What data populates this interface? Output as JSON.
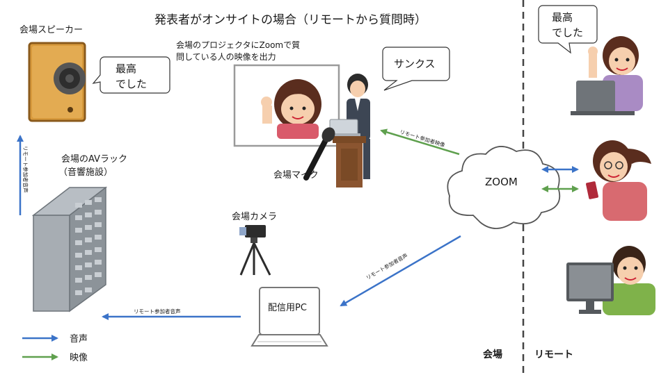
{
  "title": "発表者がオンサイトの場合（リモートから質問時）",
  "speaker": {
    "label": "会場スピーカー",
    "bubble": [
      "最高",
      "でした"
    ]
  },
  "av_rack": {
    "label": [
      "会場のAVラック",
      "（音響施設）"
    ]
  },
  "projector": {
    "note": [
      "会場のプロジェクタにZoomで質",
      "問している人の映像を出力"
    ]
  },
  "presenter": {
    "bubble": "サンクス"
  },
  "mic": {
    "label": "会場マイク"
  },
  "camera": {
    "label": "会場カメラ"
  },
  "pc": {
    "label": "配信用PC"
  },
  "zoom": {
    "label": "ZOOM"
  },
  "arrows": {
    "remote_audio_to_speaker": "リモート参加者音声",
    "remote_video_to_projector": "リモート参加者映像",
    "zoom_to_pc": "リモート参加者音声",
    "pc_to_rack": "リモート参加者音声"
  },
  "remote_person1": {
    "bubble": [
      "最高",
      "でした"
    ]
  },
  "legend": {
    "audio": "音声",
    "video": "映像"
  },
  "zones": {
    "venue": "会場",
    "remote": "リモート"
  },
  "colors": {
    "audio": "#3b73c8",
    "video": "#5fa04e",
    "divider": "#444444"
  }
}
